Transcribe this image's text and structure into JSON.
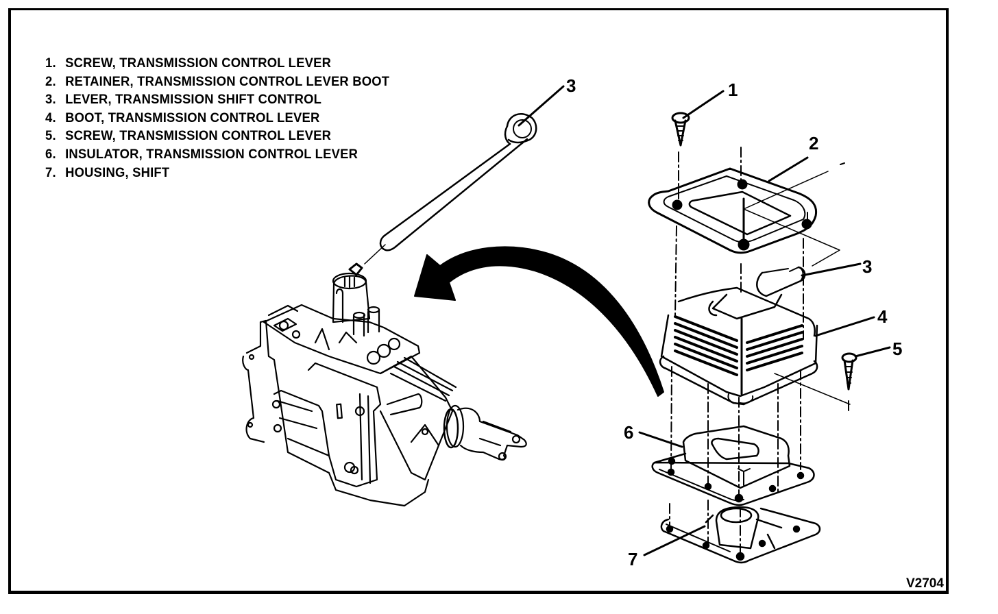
{
  "diagram": {
    "title": "Transmission control lever components (exploded view)",
    "figure_id": "V2704",
    "legend": [
      {
        "num": "1.",
        "text": "SCREW, TRANSMISSION CONTROL LEVER"
      },
      {
        "num": "2.",
        "text": "RETAINER, TRANSMISSION CONTROL LEVER BOOT"
      },
      {
        "num": "3.",
        "text": "LEVER, TRANSMISSION SHIFT CONTROL"
      },
      {
        "num": "4.",
        "text": "BOOT, TRANSMISSION CONTROL LEVER"
      },
      {
        "num": "5.",
        "text": "SCREW, TRANSMISSION CONTROL LEVER"
      },
      {
        "num": "6.",
        "text": "INSULATOR, TRANSMISSION CONTROL LEVER"
      },
      {
        "num": "7.",
        "text": "HOUSING, SHIFT"
      }
    ],
    "callouts": {
      "lever_top": "3",
      "screw_1": "1",
      "retainer": "2",
      "lever_side": "3",
      "boot": "4",
      "screw_5": "5",
      "insulator": "6",
      "housing": "7"
    },
    "colors": {
      "ink": "#000000",
      "paper": "#ffffff"
    }
  }
}
